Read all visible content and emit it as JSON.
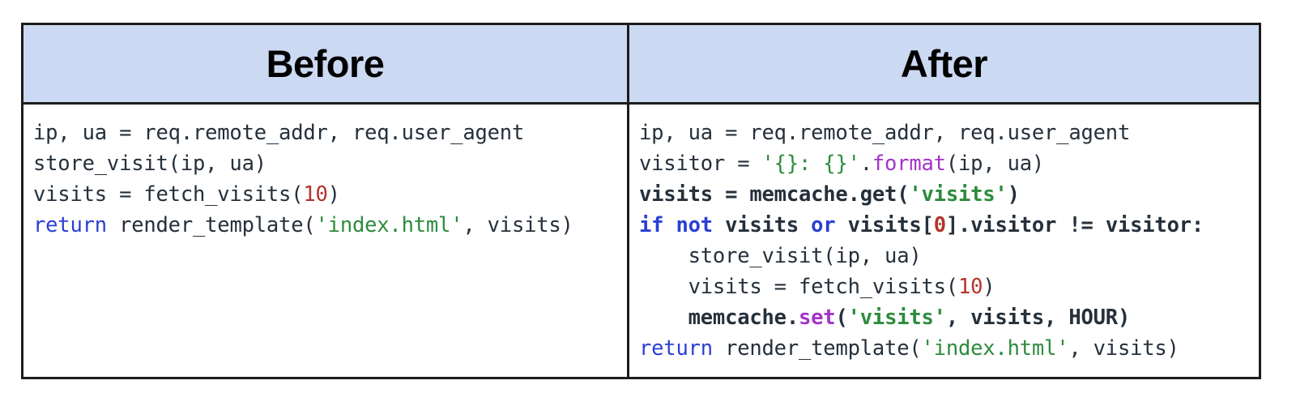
{
  "table": {
    "headers": {
      "before": "Before",
      "after": "After"
    },
    "colors": {
      "header_background": "#ccd9f2",
      "border": "#1c1c1c",
      "body_background": "#ffffff",
      "code_default": "#25303b",
      "keyword": "#2a3fd4",
      "string": "#2d8c3c",
      "number": "#b5342a",
      "builtin": "#a333c8"
    },
    "before_code": {
      "lines": [
        {
          "bold": false,
          "tokens": [
            {
              "t": "ip, ua = req.remote_addr, req.user_agent",
              "c": "def"
            }
          ]
        },
        {
          "bold": false,
          "tokens": [
            {
              "t": "store_visit(ip, ua)",
              "c": "def"
            }
          ]
        },
        {
          "bold": false,
          "tokens": [
            {
              "t": "visits = fetch_visits(",
              "c": "def"
            },
            {
              "t": "10",
              "c": "num"
            },
            {
              "t": ")",
              "c": "def"
            }
          ]
        },
        {
          "bold": false,
          "tokens": [
            {
              "t": "return",
              "c": "kw"
            },
            {
              "t": " render_template(",
              "c": "def"
            },
            {
              "t": "'index.html'",
              "c": "str"
            },
            {
              "t": ", visits)",
              "c": "def"
            }
          ]
        }
      ]
    },
    "after_code": {
      "lines": [
        {
          "bold": false,
          "tokens": [
            {
              "t": "ip, ua = req.remote_addr, req.user_agent",
              "c": "def"
            }
          ]
        },
        {
          "bold": false,
          "tokens": [
            {
              "t": "visitor = ",
              "c": "def"
            },
            {
              "t": "'{}: {}'",
              "c": "str"
            },
            {
              "t": ".",
              "c": "def"
            },
            {
              "t": "format",
              "c": "bi"
            },
            {
              "t": "(ip, ua)",
              "c": "def"
            }
          ]
        },
        {
          "bold": true,
          "tokens": [
            {
              "t": "visits = memcache.get(",
              "c": "def"
            },
            {
              "t": "'visits'",
              "c": "str"
            },
            {
              "t": ")",
              "c": "def"
            }
          ]
        },
        {
          "bold": true,
          "tokens": [
            {
              "t": "if",
              "c": "kw"
            },
            {
              "t": " ",
              "c": "def"
            },
            {
              "t": "not",
              "c": "kw"
            },
            {
              "t": " visits ",
              "c": "def"
            },
            {
              "t": "or",
              "c": "kw"
            },
            {
              "t": " visits[",
              "c": "def"
            },
            {
              "t": "0",
              "c": "num"
            },
            {
              "t": "].visitor != visitor:",
              "c": "def"
            }
          ]
        },
        {
          "bold": false,
          "tokens": [
            {
              "t": "    store_visit(ip, ua)",
              "c": "def"
            }
          ]
        },
        {
          "bold": false,
          "tokens": [
            {
              "t": "    visits = fetch_visits(",
              "c": "def"
            },
            {
              "t": "10",
              "c": "num"
            },
            {
              "t": ")",
              "c": "def"
            }
          ]
        },
        {
          "bold": true,
          "tokens": [
            {
              "t": "    memcache.",
              "c": "def"
            },
            {
              "t": "set",
              "c": "bi"
            },
            {
              "t": "(",
              "c": "def"
            },
            {
              "t": "'visits'",
              "c": "str"
            },
            {
              "t": ", visits, HOUR)",
              "c": "def"
            }
          ]
        },
        {
          "bold": false,
          "tokens": [
            {
              "t": "return",
              "c": "kw"
            },
            {
              "t": " render_template(",
              "c": "def"
            },
            {
              "t": "'index.html'",
              "c": "str"
            },
            {
              "t": ", visits)",
              "c": "def"
            }
          ]
        }
      ]
    }
  }
}
